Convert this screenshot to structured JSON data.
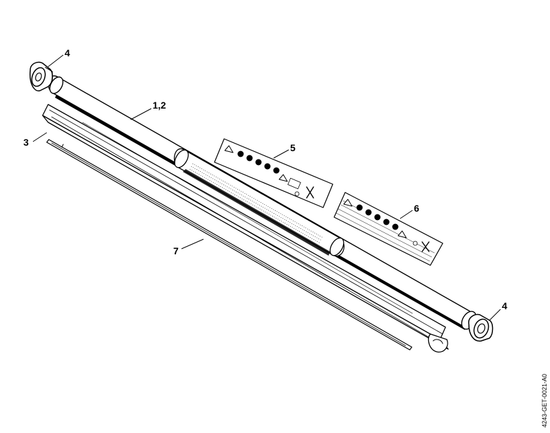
{
  "diagram": {
    "callouts": {
      "bushing_top": "4",
      "drive_tube": "1,2",
      "support_profile": "3",
      "label_5": "5",
      "label_6": "6",
      "drive_shaft": "7",
      "bushing_bottom": "4"
    },
    "document_number": "4243-GET-0021-A0",
    "icons": {
      "warning": "warning-triangle-icon",
      "read_manual": "read-manual-icon",
      "eye_protection": "eye-protection-icon",
      "hearing_protection": "hearing-protection-icon",
      "gloves": "gloves-icon",
      "boots": "boots-icon",
      "throw_hazard": "throw-hazard-icon",
      "distance": "keep-distance-icon"
    }
  }
}
